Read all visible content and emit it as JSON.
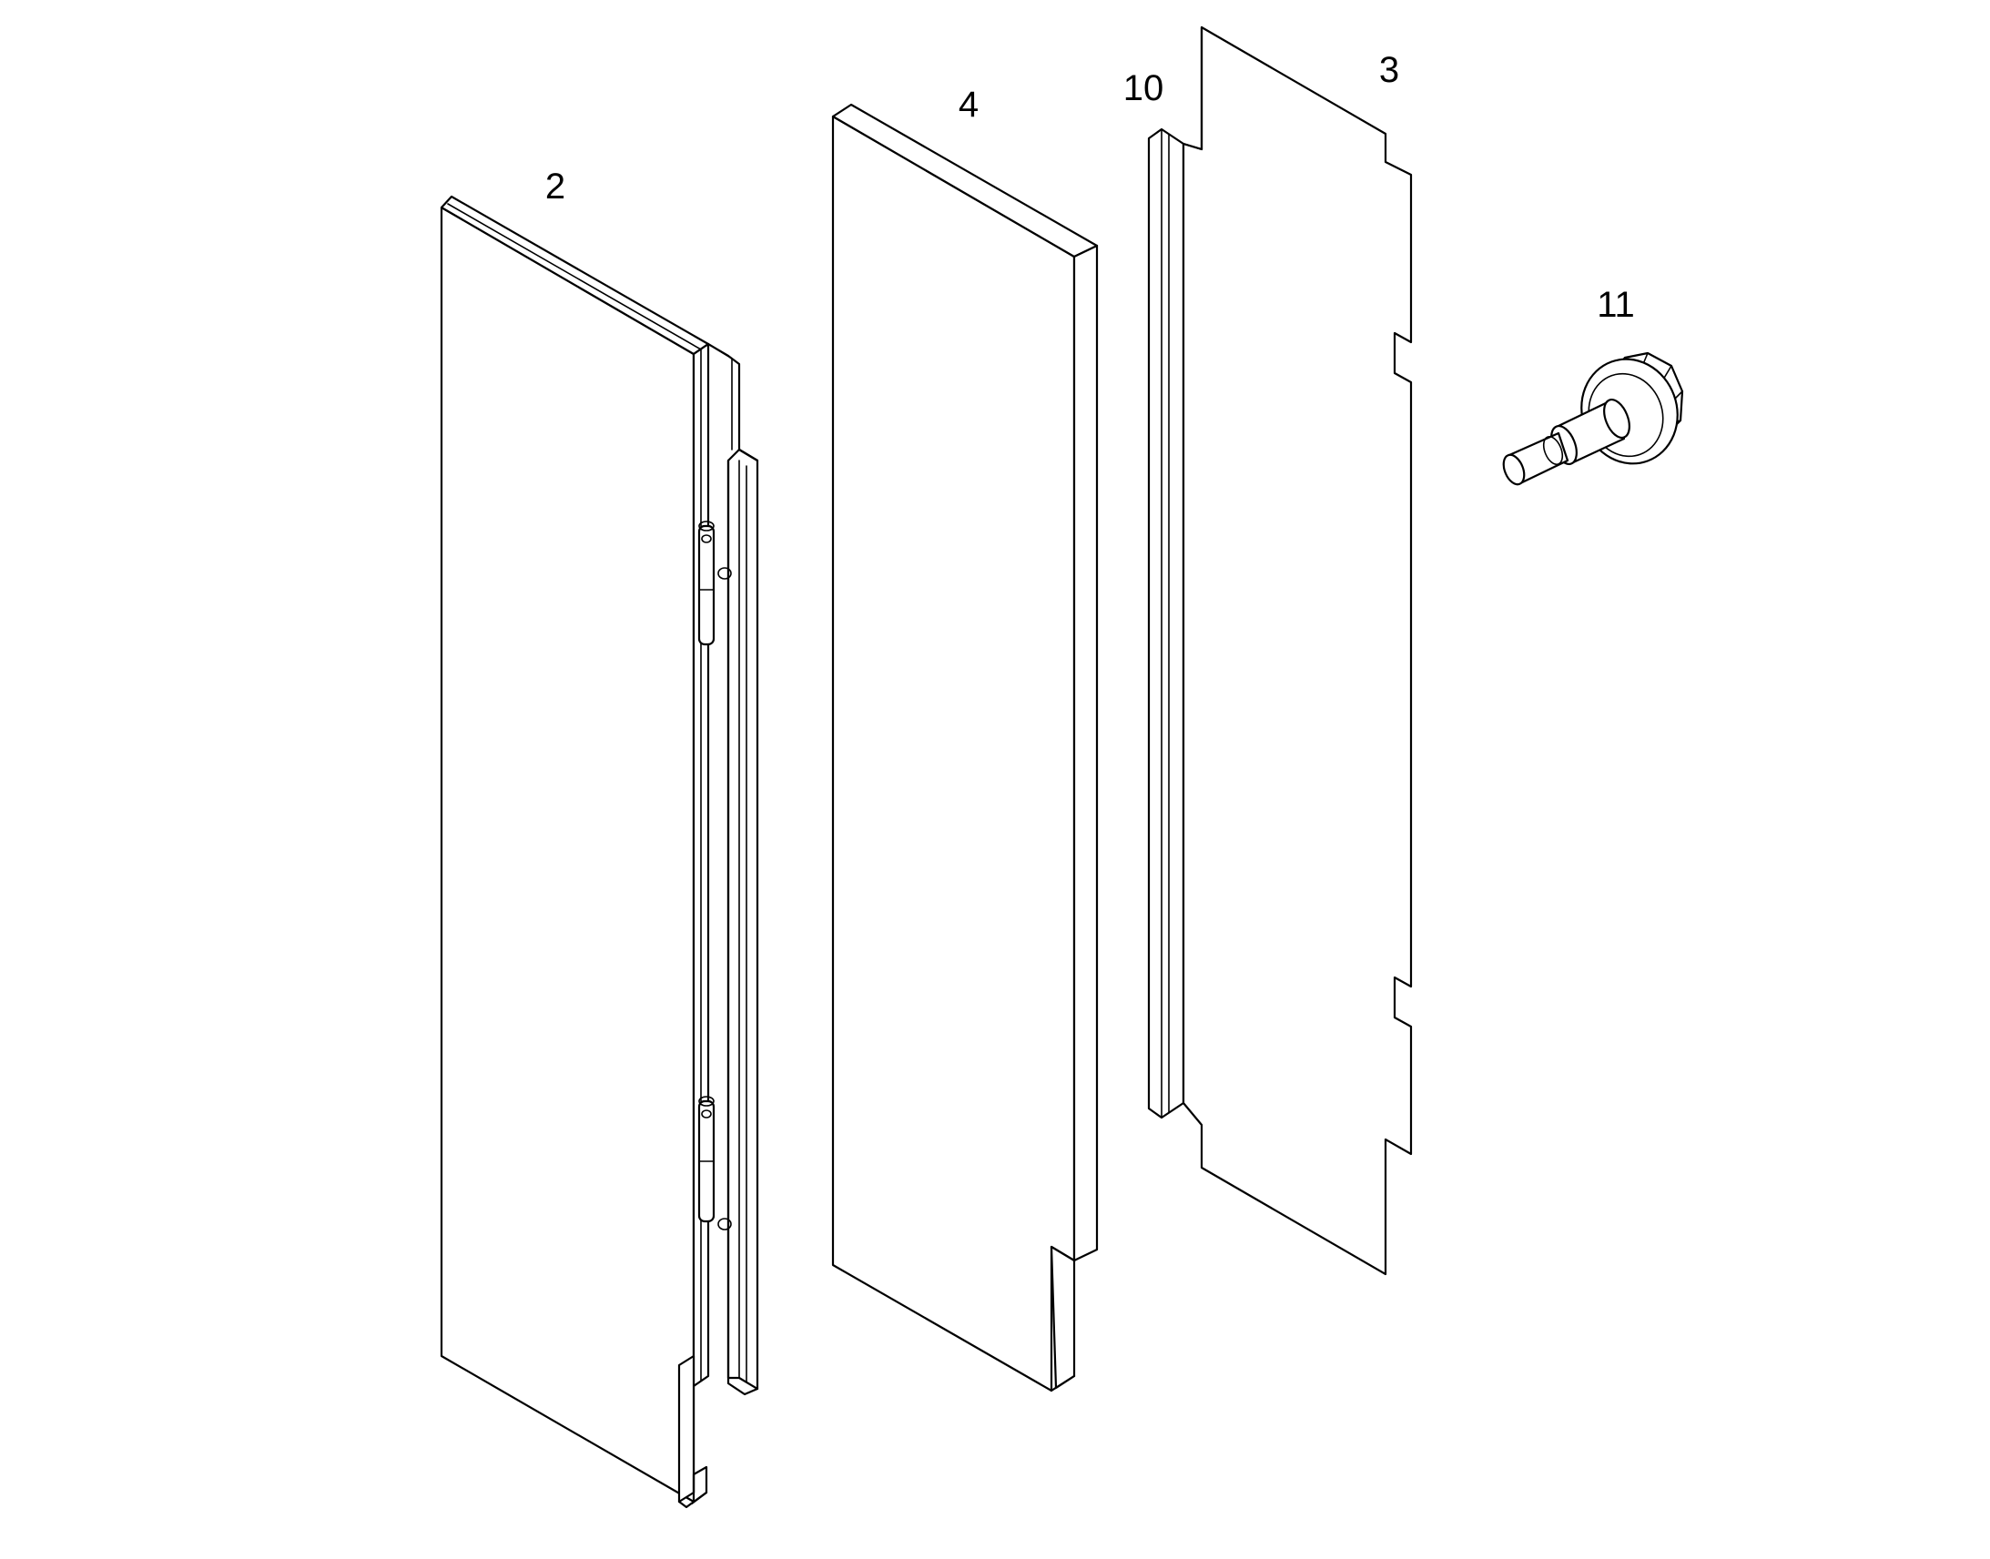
{
  "diagram": {
    "parts": [
      {
        "id": "door_panel",
        "callout": "2"
      },
      {
        "id": "insulation_board",
        "callout": "4"
      },
      {
        "id": "edge_strip",
        "callout": "10"
      },
      {
        "id": "back_sheet",
        "callout": "3"
      },
      {
        "id": "hinge_bolt",
        "callout": "11"
      }
    ]
  },
  "colors": {
    "line": "#000000",
    "background": "#ffffff"
  }
}
